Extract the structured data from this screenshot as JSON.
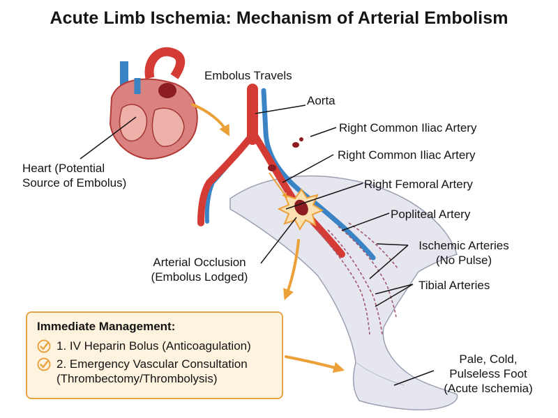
{
  "title": "Acute Limb Ischemia: Mechanism of Arterial Embolism",
  "labels": {
    "heart": [
      "Heart (Potential",
      "Source of Embolus)"
    ],
    "embolus_travels": "Embolus Travels",
    "aorta": "Aorta",
    "right_common_iliac_1": "Right Common Iliac Artery",
    "right_common_iliac_2": "Right Common Iliac Artery",
    "right_femoral": "Right Femoral Artery",
    "popliteal": "Popliteal Artery",
    "ischemic_arteries": [
      "Ischemic Arteries",
      "(No Pulse)"
    ],
    "tibial": "Tibial Arteries",
    "occlusion": [
      "Arterial Occlusion",
      "(Embolus Lodged)"
    ],
    "foot": [
      "Pale, Cold,",
      "Pulseless Foot",
      "(Acute Ischemia)"
    ]
  },
  "management": {
    "title": "Immediate Management:",
    "steps": [
      {
        "lines": [
          "1. IV Heparin Bolus (Anticoagulation)"
        ],
        "icon": "check-circle-icon"
      },
      {
        "lines": [
          "2. Emergency Vascular Consultation",
          "(Thrombectomy/Thrombolysis)"
        ],
        "icon": "check-circle-icon"
      }
    ]
  },
  "colors": {
    "artery": "#d53b35",
    "vein": "#3a84c6",
    "arrow": "#eba038",
    "skin": "#e6e6ef",
    "box_fill": "#fdf3de",
    "box_border": "#e7a445"
  }
}
